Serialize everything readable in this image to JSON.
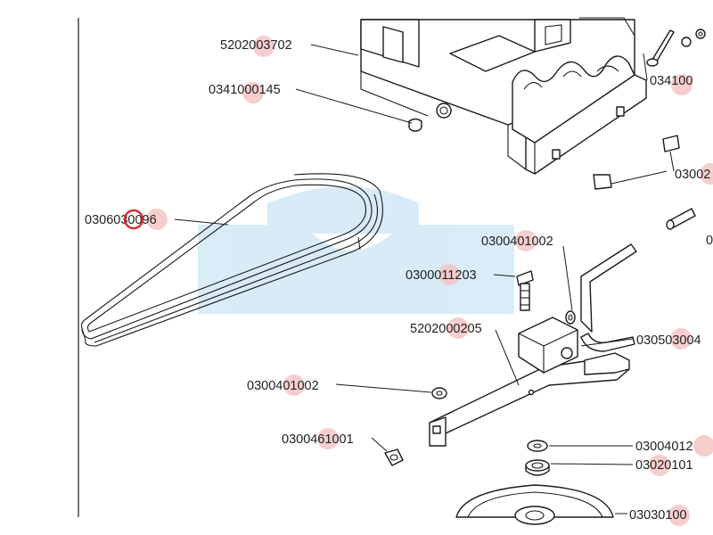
{
  "diagram": {
    "accent_color": "#d42a2a",
    "highlight_color": "#f4c5c5",
    "watermark_color": "#b9dcf2",
    "labels": [
      {
        "id": "l1",
        "text": "5202003702"
      },
      {
        "id": "l2",
        "text": "0341000145"
      },
      {
        "id": "l3",
        "text": "034100"
      },
      {
        "id": "l4",
        "text": "03002"
      },
      {
        "id": "l5",
        "text": "0306030096"
      },
      {
        "id": "l6",
        "text": "0"
      },
      {
        "id": "l7",
        "text": "0300401002"
      },
      {
        "id": "l8",
        "text": "0300011203"
      },
      {
        "id": "l9",
        "text": "5202000205"
      },
      {
        "id": "l10",
        "text": "030503004"
      },
      {
        "id": "l11",
        "text": "0300401002"
      },
      {
        "id": "l12",
        "text": "0300461001"
      },
      {
        "id": "l13",
        "text": "03004012"
      },
      {
        "id": "l14",
        "text": "03020101"
      },
      {
        "id": "l15",
        "text": "03030100"
      }
    ],
    "selected_label": "0306030096"
  }
}
